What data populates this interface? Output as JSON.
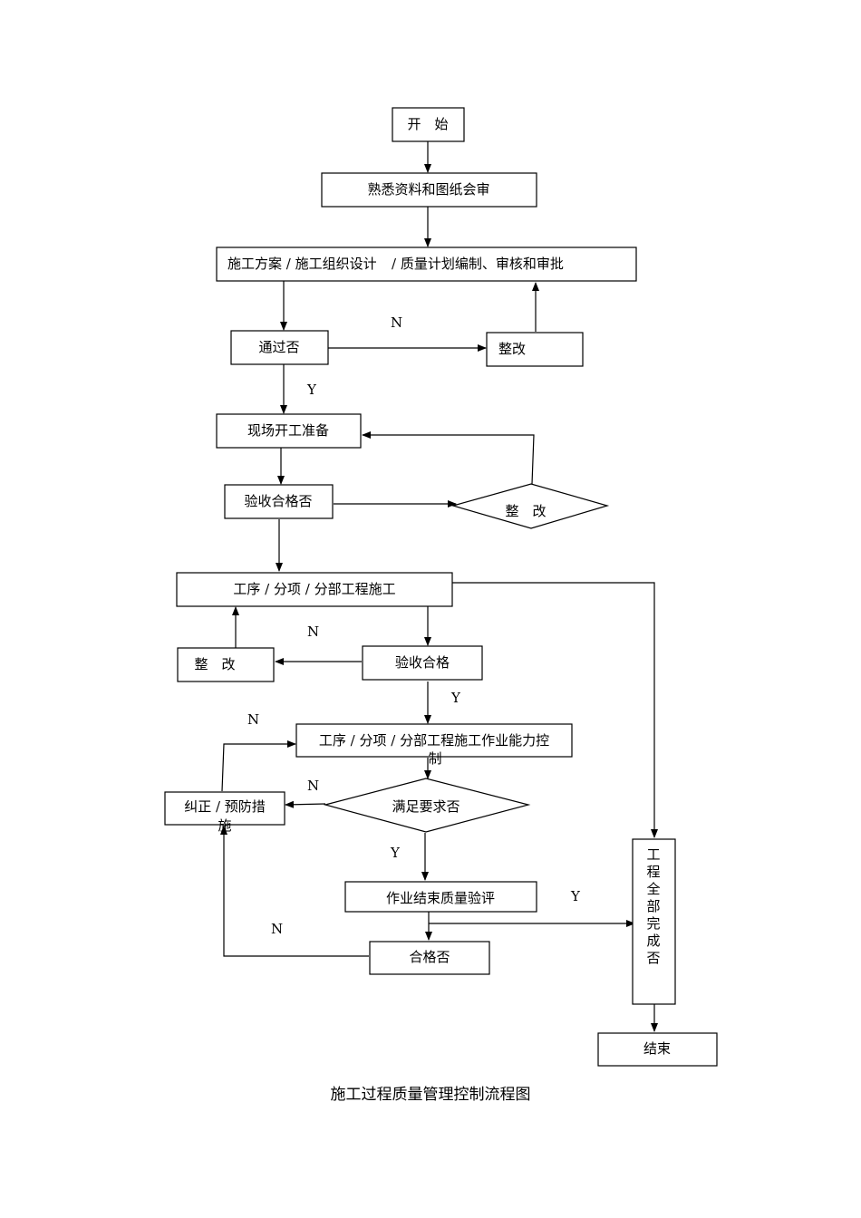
{
  "nodes": {
    "start": "开　始",
    "review_docs": "熟悉资料和图纸会审",
    "plan_line1": "施工方案 / 施工组织设计",
    "plan_line2": "/ 质量计划编制、审核和审批",
    "pass_q1": "通过否",
    "rectify_1": "整改",
    "site_prep": "现场开工准备",
    "accept_q1": "验收合格否",
    "rectify_2": "整　改",
    "construction": "工序 / 分项 / 分部工程施工",
    "rectify_3": "整　改",
    "accept_2": "验收合格",
    "capability_line1": "工序 / 分项 / 分部工程施工作业能力控",
    "capability_line2": "制",
    "corrective_line1": "纠正 / 预防措",
    "corrective_line2": "施",
    "meet_req_q": "满足要求否",
    "evaluation": "作业结束质量验评",
    "qualified_q": "合格否",
    "project_done_q": [
      "工",
      "程",
      "全",
      "部",
      "完",
      "成",
      "否"
    ],
    "end": "结束"
  },
  "edge_labels": {
    "n_pass": "N",
    "y_pass": "Y",
    "n_accept": "N",
    "y_accept": "Y",
    "n_capability": "N",
    "n_meet": "N",
    "y_meet": "Y",
    "y_done": "Y",
    "n_qualified": "N"
  },
  "caption": "施工过程质量管理控制流程图"
}
